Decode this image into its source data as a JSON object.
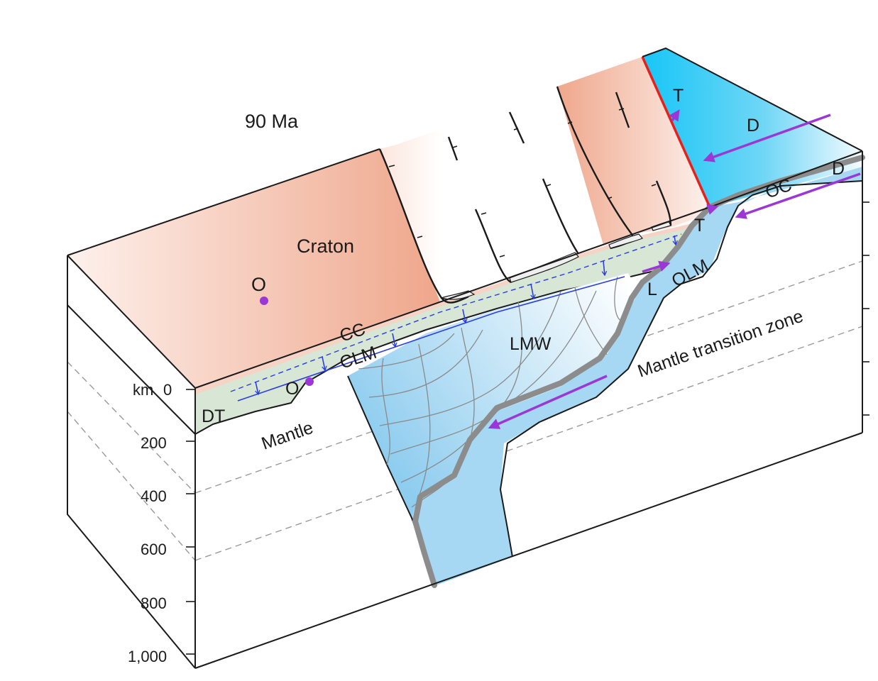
{
  "title": "90 Ma",
  "labels": {
    "craton": "Craton",
    "o_surface": "O",
    "o_lower": "O",
    "t_upper": "T",
    "t_lower": "T",
    "d_upper": "D",
    "d_lower": "D",
    "oc": "OC",
    "olm": "OLM",
    "l": "L",
    "cc": "CC",
    "clm": "CLM",
    "lmw": "LMW",
    "dt": "DT",
    "mantle": "Mantle",
    "mantle_transition_zone": "Mantle transition zone"
  },
  "depth_axis": {
    "unit": "km",
    "ticks": [
      "0",
      "200",
      "400",
      "600",
      "800",
      "1,000"
    ]
  },
  "colors": {
    "craton_salmon": "#efa78c",
    "rift_white": "#ffffff",
    "ocean_cyan": "#17c6f7",
    "lithosphere_green": "#d7e6d5",
    "slab_blue": "#a6d8f4",
    "slab_margin_grey": "#8c8c8c",
    "suture_red": "#e8201b",
    "motion_purple": "#9b37d4",
    "drip_blue": "#2a3de0"
  }
}
